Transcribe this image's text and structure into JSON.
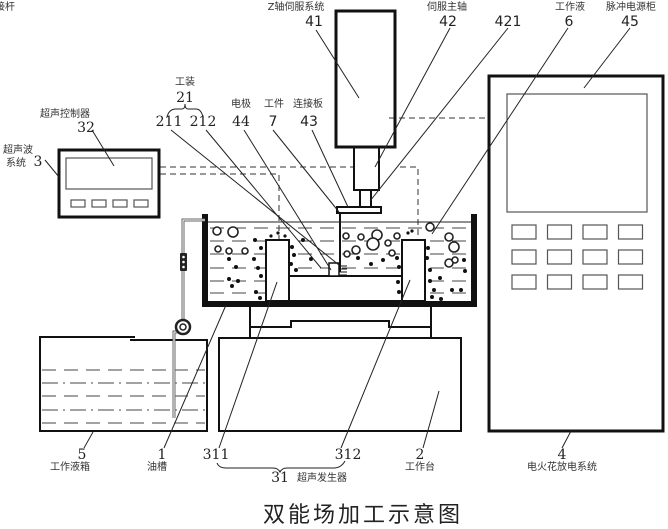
{
  "diagram": {
    "title": "双能场加工示意图",
    "labels": {
      "z_axis_servo": {
        "num": "41",
        "name": "Z轴伺服系统"
      },
      "servo_spindle": {
        "num": "42",
        "name": "伺服主轴"
      },
      "connecting_rod": {
        "num": "421",
        "name": "连接杆"
      },
      "working_fluid": {
        "num": "6",
        "name": "工作液"
      },
      "pulse_power_cabinet": {
        "num": "45",
        "name": "脉冲电源柜"
      },
      "fixture": {
        "num": "21",
        "name": "工装"
      },
      "fixture_part_a": {
        "num": "211"
      },
      "fixture_part_b": {
        "num": "212"
      },
      "electrode": {
        "num": "44",
        "name": "电极"
      },
      "workpiece": {
        "num": "7",
        "name": "工件"
      },
      "connecting_plate": {
        "num": "43",
        "name": "连接板"
      },
      "ultrasonic_controller": {
        "num": "32",
        "name": "超声控制器"
      },
      "ultrasonic_system": {
        "num": "3",
        "name": "超声波系统",
        "name_line1": "超声波",
        "name_line2": "系统"
      },
      "fluid_tank": {
        "num": "5",
        "name": "工作液箱"
      },
      "oil_tank": {
        "num": "1",
        "name": "油槽"
      },
      "generator_a": {
        "num": "311"
      },
      "generator_b": {
        "num": "312"
      },
      "ultrasonic_generator": {
        "num": "31",
        "name": "超声发生器"
      },
      "worktable": {
        "num": "2",
        "name": "工作台"
      },
      "edm_system": {
        "num": "4",
        "name": "电火花放电系统"
      }
    },
    "components": {
      "controller_buttons": 4,
      "cabinet_button_rows": 3,
      "cabinet_button_cols": 4
    }
  }
}
